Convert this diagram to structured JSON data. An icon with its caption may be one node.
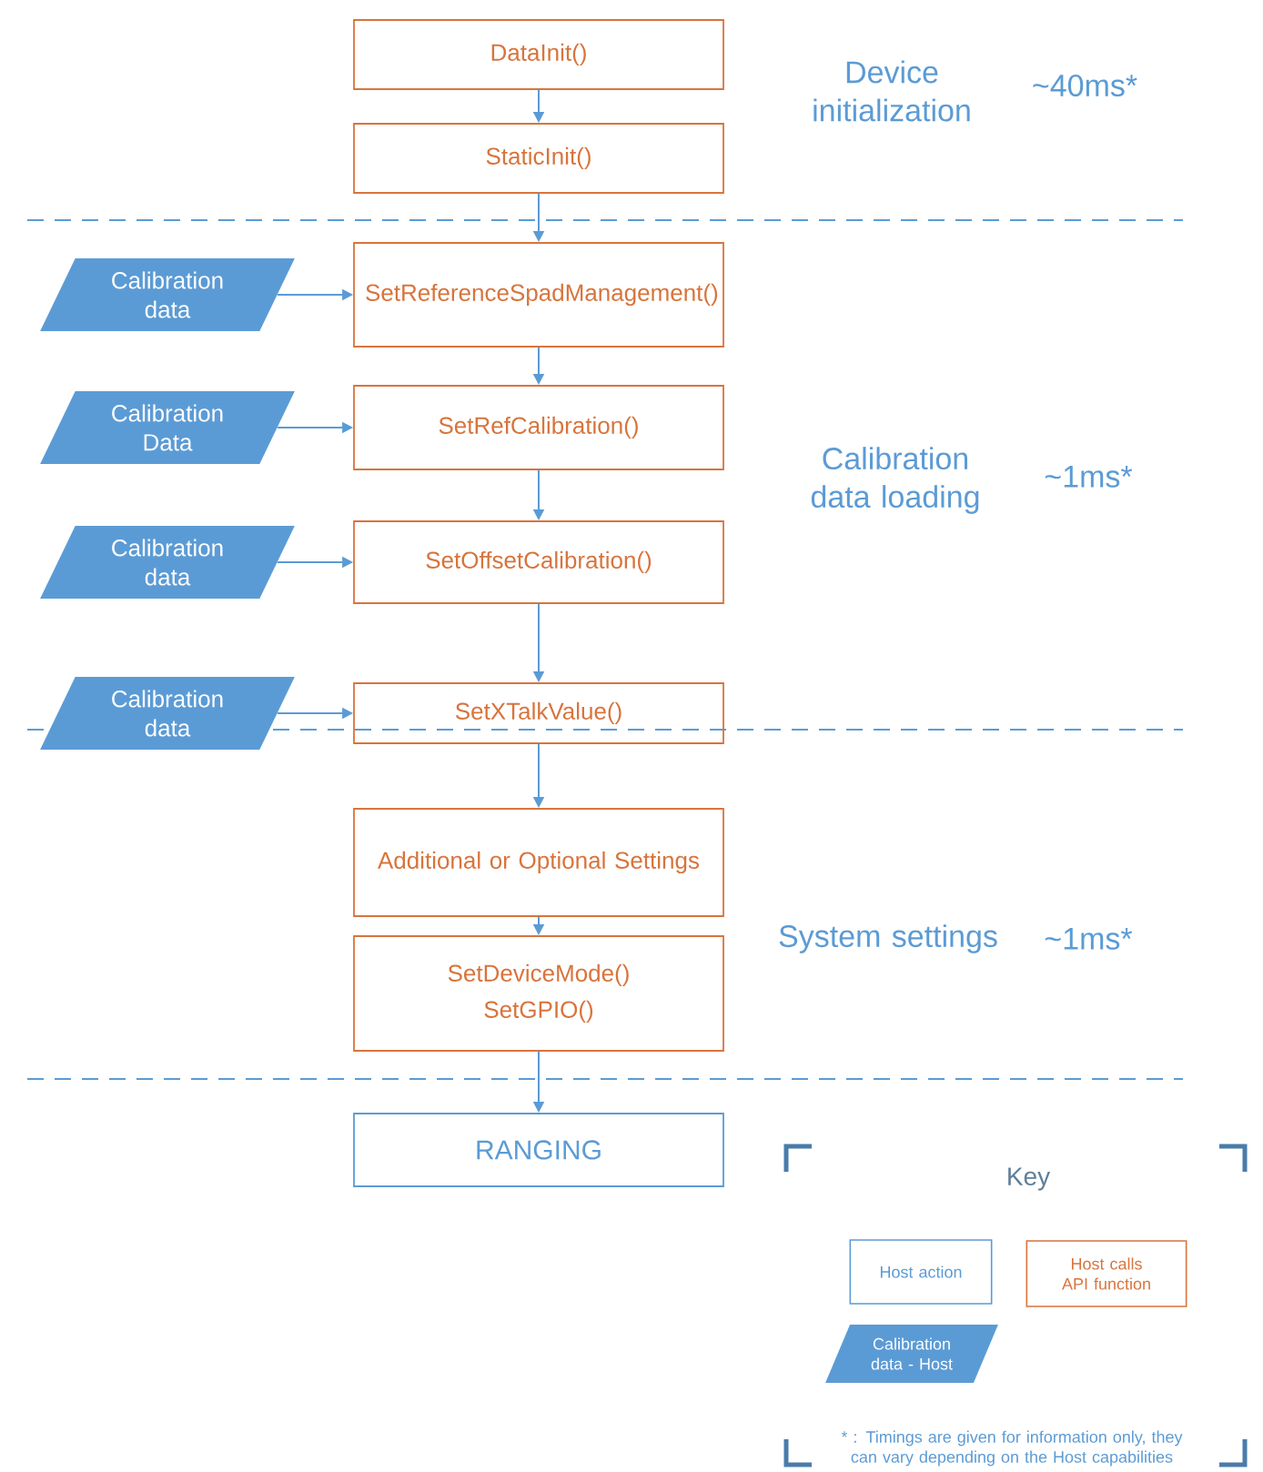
{
  "diagram": {
    "nodes": [
      {
        "text": [
          "DataInit()"
        ]
      },
      {
        "text": [
          "StaticInit()"
        ]
      },
      {
        "text": [
          "SetReferenceSpadManagement()"
        ]
      },
      {
        "text": [
          "SetRefCalibration()"
        ]
      },
      {
        "text": [
          "SetOffsetCalibration()"
        ]
      },
      {
        "text": [
          "SetXTalkValue()"
        ]
      },
      {
        "text": [
          "Additional or Optional Settings"
        ]
      },
      {
        "text": [
          "SetDeviceMode()",
          "SetGPIO()"
        ]
      },
      {
        "text": [
          "RANGING"
        ]
      },
      {
        "text": [
          "Calibration data"
        ]
      },
      {
        "text": [
          "Calibration Data"
        ]
      },
      {
        "text": [
          "Calibration data"
        ]
      },
      {
        "text": [
          "Calibration data"
        ]
      }
    ],
    "edges": [
      {
        "from": 0,
        "to": 1,
        "arrow": "to"
      },
      {
        "from": 1,
        "to": 2,
        "arrow": "to"
      },
      {
        "from": 2,
        "to": 3,
        "arrow": "to"
      },
      {
        "from": 3,
        "to": 4,
        "arrow": "to"
      },
      {
        "from": 4,
        "to": 5,
        "arrow": "to"
      },
      {
        "from": 5,
        "to": 6,
        "arrow": "to"
      },
      {
        "from": 6,
        "to": 7,
        "arrow": "to"
      },
      {
        "from": 7,
        "to": 8,
        "arrow": "to"
      },
      {
        "from": 9,
        "to": 2,
        "arrow": "to"
      },
      {
        "from": 10,
        "to": 3,
        "arrow": "to"
      },
      {
        "from": 11,
        "to": 4,
        "arrow": "to"
      },
      {
        "from": 12,
        "to": 5,
        "arrow": "to"
      }
    ],
    "labels": [
      "Device initialization",
      "~40ms*",
      "Calibration data loading",
      "~1ms*",
      "System settings",
      "~1ms*",
      "Key",
      "* : Timings are given for information only, they can vary depending on the Host capabilities"
    ],
    "legend": [
      {
        "text": "Host action"
      },
      {
        "text": "Host calls API function"
      },
      {
        "text": "Calibration data - Host"
      }
    ]
  }
}
